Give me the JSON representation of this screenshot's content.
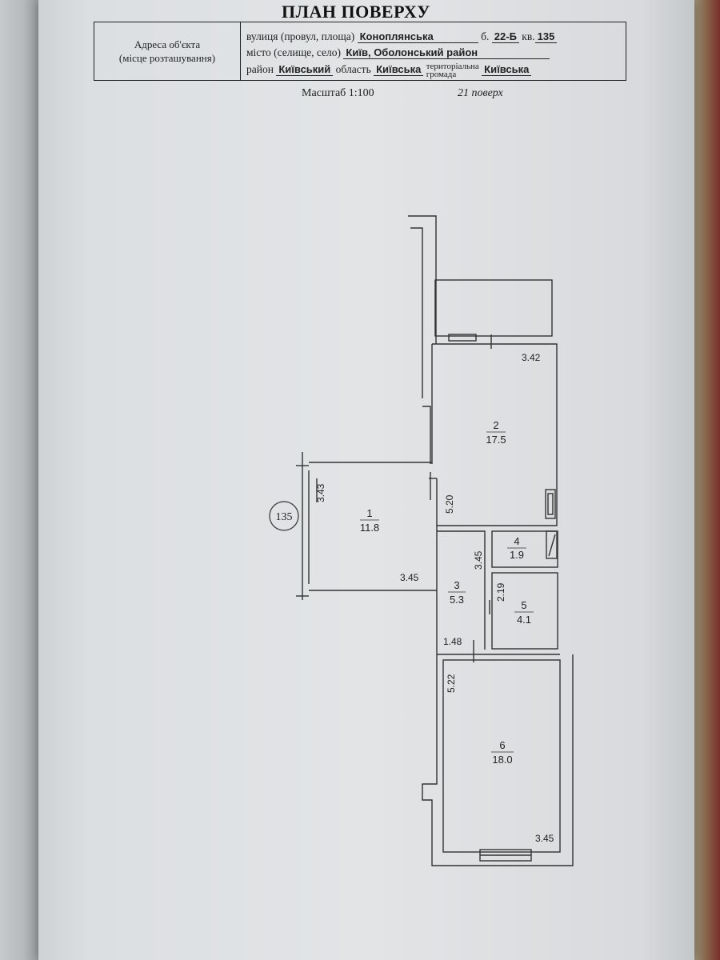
{
  "header": {
    "title": "ПЛАН ПОВЕРХУ",
    "address_label_line1": "Адреса об'єкта",
    "address_label_line2": "(місце розташування)",
    "street_label": "вулиця (провул, площа)",
    "street_value": "Коноплянська",
    "building_label": "б.",
    "building_value": "22-Б",
    "apartment_label": "кв.",
    "apartment_value": "135",
    "city_label": "місто (селище, село)",
    "city_value": "Київ,  Оболонський район",
    "district_label": "район",
    "district_value": "Київський",
    "region_label": "область",
    "region_value": "Київська",
    "community_label_line1": "територіальна",
    "community_label_line2": "громада",
    "community_value": "Київська",
    "scale": "Масштаб 1:100",
    "floor": "21 поверх"
  },
  "plan": {
    "apartment_marker": "135",
    "rooms": [
      {
        "number": "1",
        "area": "11.8"
      },
      {
        "number": "2",
        "area": "17.5"
      },
      {
        "number": "3",
        "area": "5.3"
      },
      {
        "number": "4",
        "area": "1.9"
      },
      {
        "number": "5",
        "area": "4.1"
      },
      {
        "number": "6",
        "area": "18.0"
      }
    ],
    "dimensions": {
      "room2_width": "3.42",
      "room2_length": "5.20",
      "room1_width": "3.43",
      "room1_length": "3.45",
      "room3_length": "3.45",
      "room3_width": "1.48",
      "room5_length": "2.19",
      "room6_length": "5.22",
      "room6_width": "3.45"
    }
  }
}
